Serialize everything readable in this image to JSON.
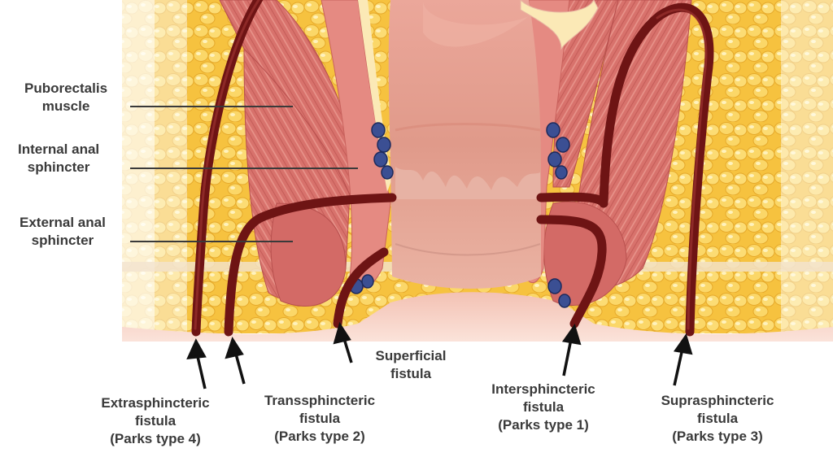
{
  "anatomy_labels": {
    "puborectalis": [
      "Puborectalis",
      "muscle"
    ],
    "internal_sphincter": [
      "Internal anal",
      "sphincter"
    ],
    "external_sphincter": [
      "External anal",
      "sphincter"
    ]
  },
  "fistula_labels": {
    "extrasphincteric": [
      "Extrasphincteric",
      "fistula",
      "(Parks type 4)"
    ],
    "transsphincteric": [
      "Transsphincteric",
      "fistula",
      "(Parks type 2)"
    ],
    "superficial": [
      "Superficial",
      "fistula"
    ],
    "intersphincteric": [
      "Intersphincteric",
      "fistula",
      "(Parks type 1)"
    ],
    "suprasphincteric": [
      "Suprasphincteric",
      "fistula",
      "(Parks type 3)"
    ]
  },
  "colors": {
    "fat": "#f7c74a",
    "fat_highlight": "#fde9a4",
    "muscle": "#d9736e",
    "muscle_dark": "#b8504e",
    "mucosa": "#e8a08f",
    "fistula": "#6e1414",
    "gland": "#3b4f93",
    "label_text": "#3a3a3a"
  }
}
